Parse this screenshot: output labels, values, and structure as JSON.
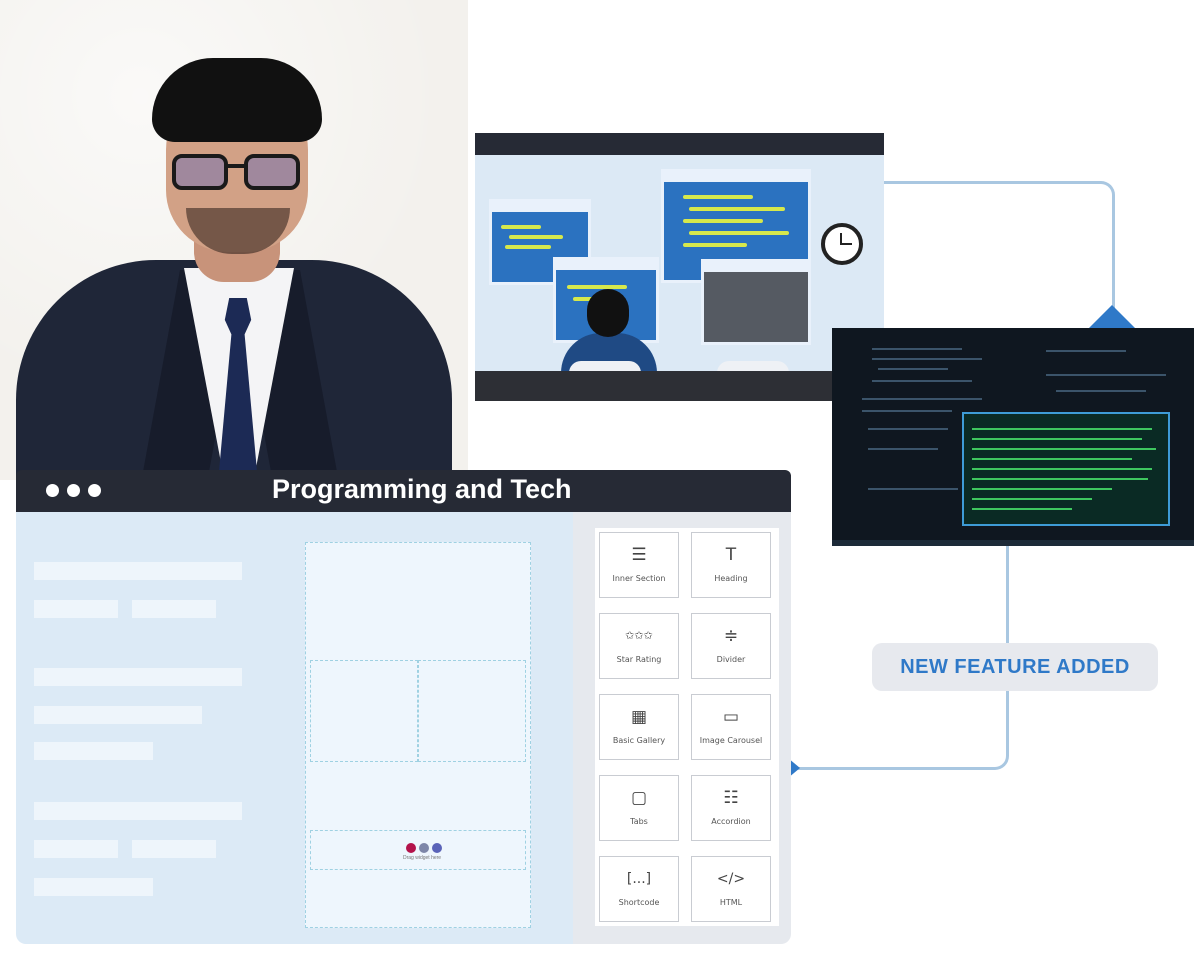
{
  "builder": {
    "title": "Programming and Tech",
    "drop_hint": "Drag widget here"
  },
  "badge": {
    "label": "NEW FEATURE ADDED"
  },
  "widgets": [
    {
      "label": "Inner Section",
      "icon": "inner-section-icon",
      "glyph": "☰"
    },
    {
      "label": "Heading",
      "icon": "heading-icon",
      "glyph": "T"
    },
    {
      "label": "Star Rating",
      "icon": "star-rating-icon",
      "glyph": "✩✩✩"
    },
    {
      "label": "Divider",
      "icon": "divider-icon",
      "glyph": "≑"
    },
    {
      "label": "Basic Gallery",
      "icon": "gallery-icon",
      "glyph": "▦"
    },
    {
      "label": "Image Carousel",
      "icon": "carousel-icon",
      "glyph": "▭"
    },
    {
      "label": "Tabs",
      "icon": "tabs-icon",
      "glyph": "▢"
    },
    {
      "label": "Accordion",
      "icon": "accordion-icon",
      "glyph": "☷"
    },
    {
      "label": "Shortcode",
      "icon": "shortcode-icon",
      "glyph": "[...]"
    },
    {
      "label": "HTML",
      "icon": "html-code-icon",
      "glyph": "</>"
    }
  ],
  "colors": {
    "accent": "#2f79c8",
    "titlebar": "#262a35",
    "canvas": "#dceaf6",
    "panel": "#e6e9ee"
  }
}
